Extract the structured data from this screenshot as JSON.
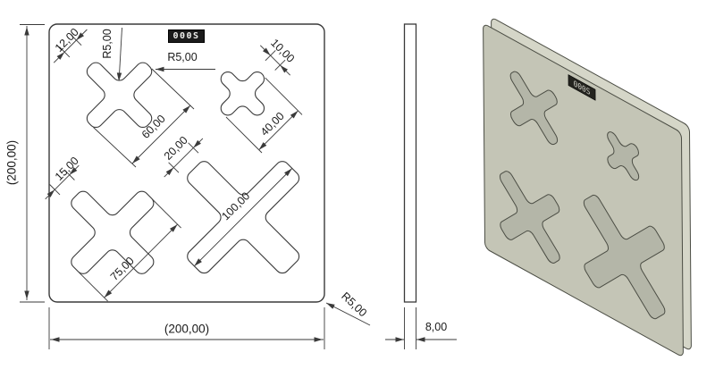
{
  "drawing": {
    "badge_text": "000S",
    "colors": {
      "line": "#3a3a3a",
      "text": "#1a1a1a",
      "plate_face": "#c4c5b6",
      "plate_edge_light": "#d5d6c8",
      "cut_wall": "#b4b6a8",
      "iso_edge": "#4b4d44"
    },
    "front_view": {
      "plate": {
        "width_mm": 200,
        "height_mm": 200,
        "corner_radius_mm": 5,
        "width_label": "(200,00)",
        "height_label": "(200,00)",
        "corner_radius_label": "R5,00"
      },
      "crosses": [
        {
          "id": "top-left",
          "center_mm": [
            51,
            51
          ],
          "length_mm": 60,
          "width_mm": 12,
          "rotation_deg": 45,
          "fillet_radius_mm": 5,
          "length_label": "60,00",
          "width_label": "12,00",
          "fillet_label_vertical": "R5,00",
          "fillet_label_horizontal": "R5,00"
        },
        {
          "id": "top-right",
          "center_mm": [
            140.5,
            50
          ],
          "length_mm": 40,
          "width_mm": 10,
          "rotation_deg": 45,
          "fillet_radius_mm": 5,
          "length_label": "40,00",
          "width_label": "10,00"
        },
        {
          "id": "bottom-left",
          "center_mm": [
            46,
            150
          ],
          "length_mm": 75,
          "width_mm": 15,
          "rotation_deg": 45,
          "fillet_radius_mm": 5,
          "length_label": "75,00",
          "width_label": "15,00"
        },
        {
          "id": "bottom-right",
          "center_mm": [
            141,
            139
          ],
          "length_mm": 100,
          "width_mm": 20,
          "rotation_deg": 45,
          "fillet_radius_mm": 5,
          "length_label": "100,00",
          "width_label": "20,00"
        }
      ]
    },
    "side_view": {
      "thickness_mm": 8,
      "thickness_label": "8,00"
    }
  }
}
